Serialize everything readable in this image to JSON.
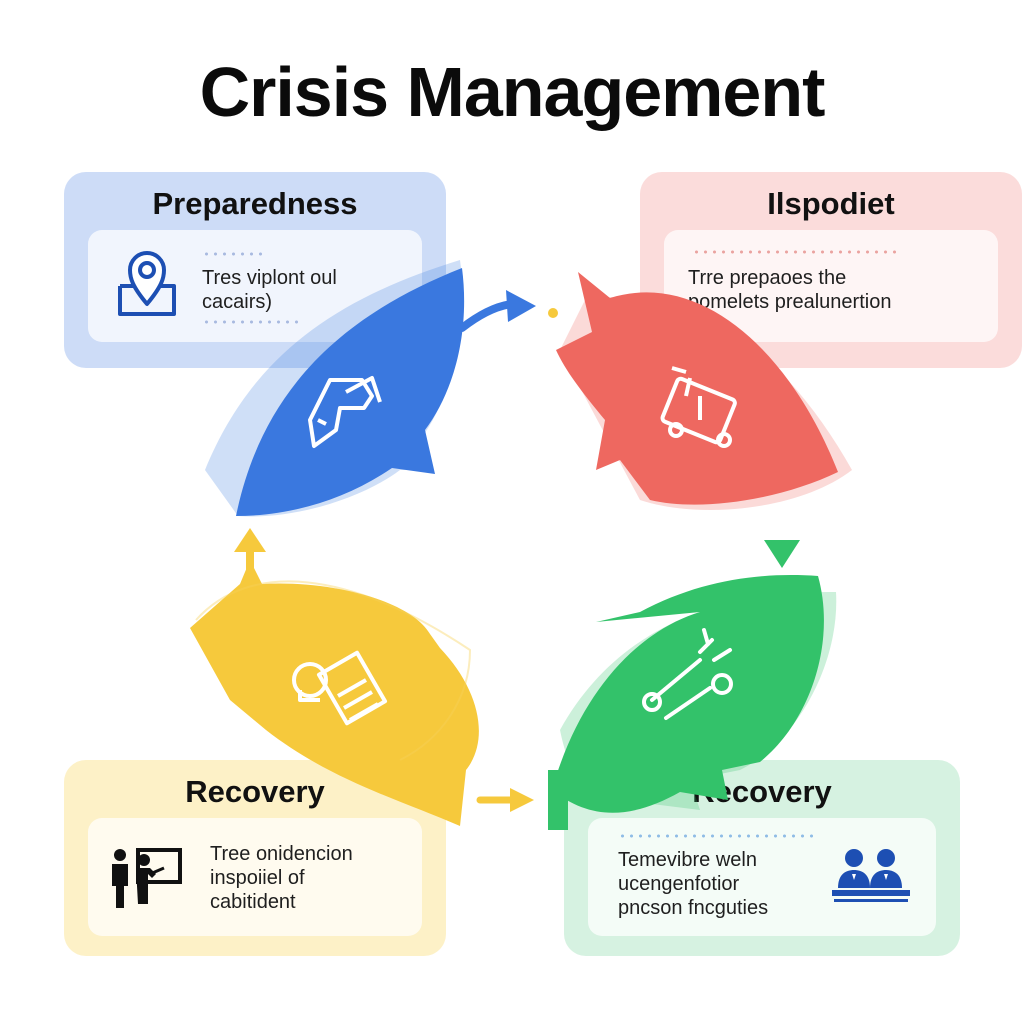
{
  "title": "Crisis Management",
  "colors": {
    "blue": "#3f7fe0",
    "red": "#ef6a63",
    "green": "#33c26a",
    "yellow": "#f6c93c",
    "blue_card": "#cfdcf8",
    "red_card": "#fbdcdb",
    "green_card": "#d7f3e2",
    "yellow_card": "#fdf1c7"
  },
  "cards": {
    "preparedness": {
      "title": "Preparedness",
      "text": "Tres viplont oul\n  cacairs)",
      "icon": "location-pin-icon"
    },
    "response": {
      "title": "Ilspodiet",
      "text": "Trre prepaoes the\npomelets prealunertion",
      "icon": "none"
    },
    "recovery_left": {
      "title": "Recovery",
      "text": "Tree onidencion\ninspoiiel of\ncabitident",
      "icon": "person-presenting-icon"
    },
    "recovery_right": {
      "title": "Recovery",
      "text": "Temevibre weln\nucengenfotior\npncson fncguties",
      "icon": "team-meeting-icon"
    }
  },
  "petals": [
    {
      "name": "blue-petal",
      "color": "blue",
      "icon": "hand-shake-icon"
    },
    {
      "name": "red-petal",
      "color": "red",
      "icon": "medical-kit-icon"
    },
    {
      "name": "green-petal",
      "color": "green",
      "icon": "tools-icon"
    },
    {
      "name": "yellow-petal",
      "color": "yellow",
      "icon": "checklist-icon"
    }
  ]
}
